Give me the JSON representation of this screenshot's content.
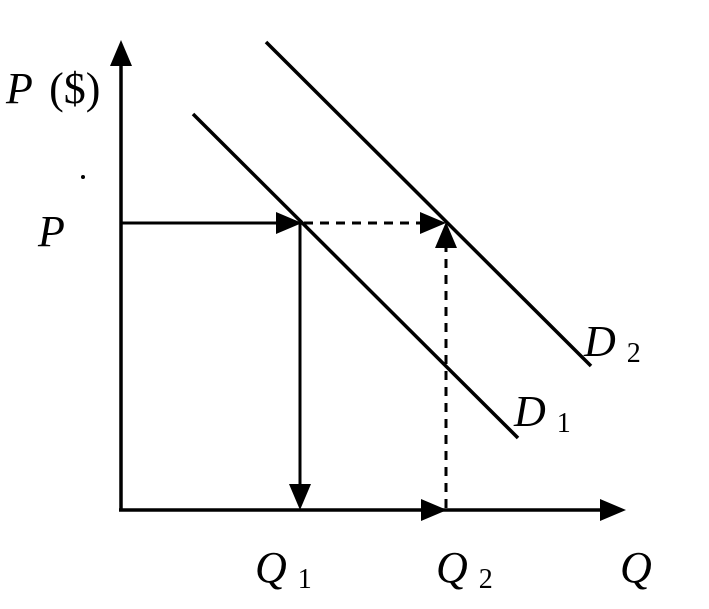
{
  "axes": {
    "y_label": "P",
    "y_unit": "($)",
    "x_label": "Q"
  },
  "price": {
    "label": "P"
  },
  "quantities": [
    {
      "letter": "Q",
      "sub": "1"
    },
    {
      "letter": "Q",
      "sub": "2"
    }
  ],
  "curves": [
    {
      "letter": "D",
      "sub": "1"
    },
    {
      "letter": "D",
      "sub": "2"
    }
  ],
  "colors": {
    "ink": "#000000",
    "background": "#ffffff"
  }
}
